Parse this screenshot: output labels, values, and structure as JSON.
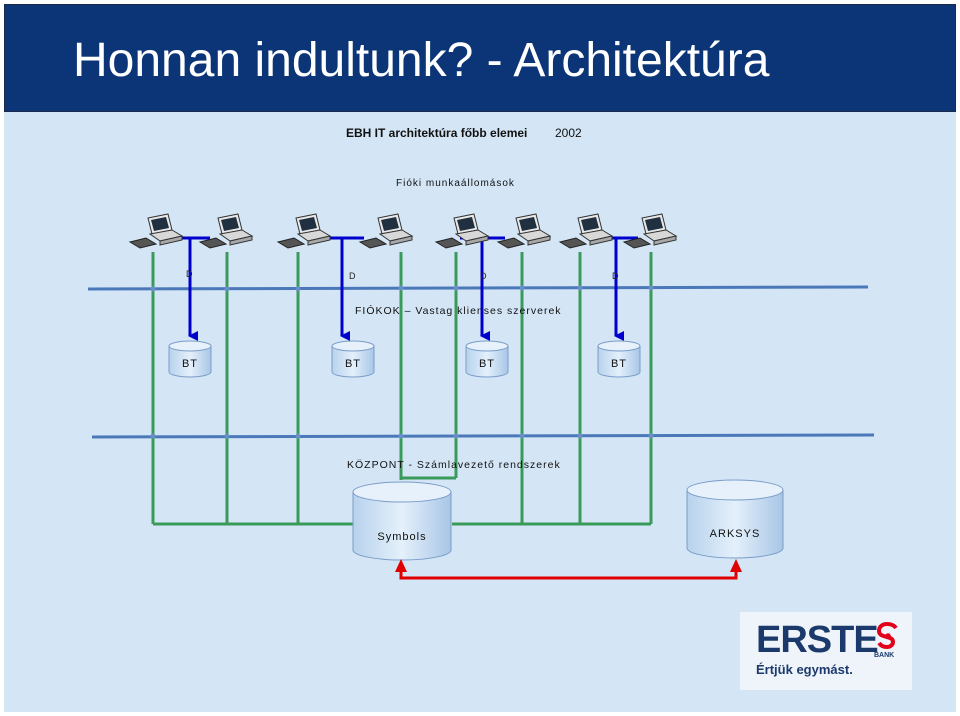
{
  "header": {
    "title": "Honnan indultunk? - Architektúra"
  },
  "diagram": {
    "subtitle": "EBH IT architektúra főbb elemei",
    "year": "2002",
    "branch_workstations_label": "Fióki munkaállomások",
    "branches_label": "FIÓKOK – Vastag klienses szerverek",
    "hq_label": "KÖZPONT - Számlavezető rendszerek",
    "d_marker": "D",
    "branch_servers": [
      "BT",
      "BT",
      "BT",
      "BT"
    ],
    "hq_systems": [
      "Symbols",
      "ARKSYS"
    ],
    "workstation_count": 8
  },
  "colors": {
    "header_bg": "#0b3576",
    "content_bg": "#d4e6f6",
    "blue_line": "#0000cc",
    "green_line": "#3a9a5a",
    "red_line": "#e00000",
    "bus_line": "#4a78b8"
  },
  "logo": {
    "brand": "ERSTE",
    "bank": "BANK",
    "slogan": "Értjük egymást."
  }
}
